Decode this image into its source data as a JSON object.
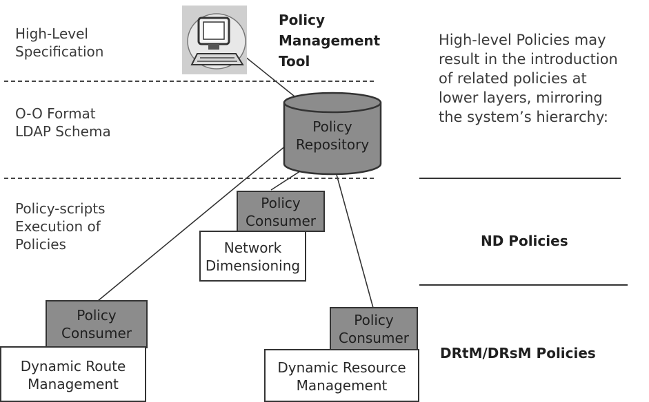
{
  "layers": {
    "top": "High-Level\nSpecification",
    "middle": "O-O Format\nLDAP Schema",
    "bottom": "Policy-scripts\nExecution of\nPolicies"
  },
  "tool": {
    "label": "Policy\nManagement\nTool",
    "icon": "computer-icon"
  },
  "repository": {
    "label": "Policy\nRepository"
  },
  "consumer_label": "Policy\nConsumer",
  "consumers": {
    "nd": "Network\nDimensioning",
    "drtm": "Dynamic Route\nManagement",
    "drsm": "Dynamic Resource\nManagement"
  },
  "note": "High-level Policies may\nresult in the introduction\nof related policies at\nlower layers, mirroring\nthe system’s hierarchy:",
  "policy_labels": {
    "nd": "ND Policies",
    "dr": "DRtM/DRsM Policies"
  }
}
